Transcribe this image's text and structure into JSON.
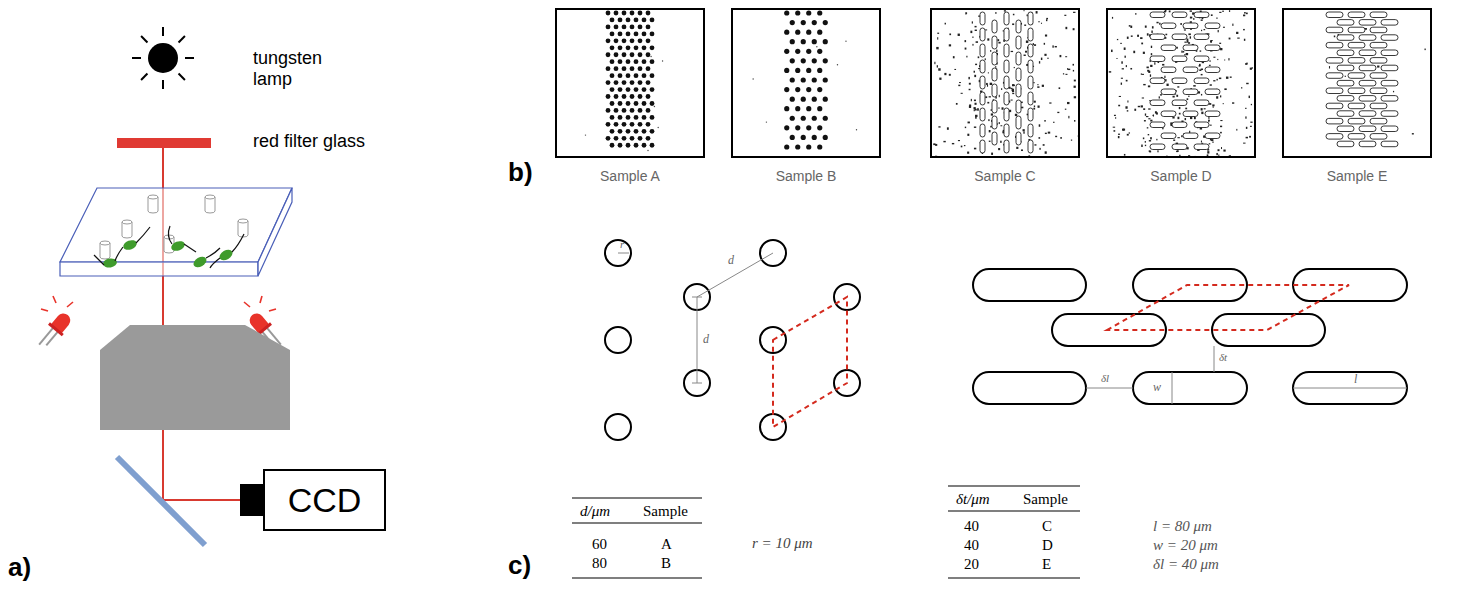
{
  "diagram": {
    "nodes": [
      {
        "text": [
          "CCD"
        ]
      },
      {
        "text": [
          "Sample A"
        ]
      },
      {
        "text": [
          "Sample B"
        ]
      },
      {
        "text": [
          "Sample C"
        ]
      },
      {
        "text": [
          "Sample D"
        ]
      },
      {
        "text": [
          "Sample E"
        ]
      }
    ],
    "labels": [
      "tungsten lamp",
      "red filter glass",
      "a)",
      "b)",
      "c)",
      "r",
      "d",
      "d",
      "δt",
      "δl",
      "w",
      "l",
      "d/μm",
      "Sample",
      "60",
      "A",
      "80",
      "B",
      "r = 10 μm",
      "δt/μm",
      "Sample",
      "40",
      "C",
      "40",
      "D",
      "20",
      "E",
      "l = 80 μm",
      "w = 20 μm",
      "δl = 40 μm"
    ]
  }
}
